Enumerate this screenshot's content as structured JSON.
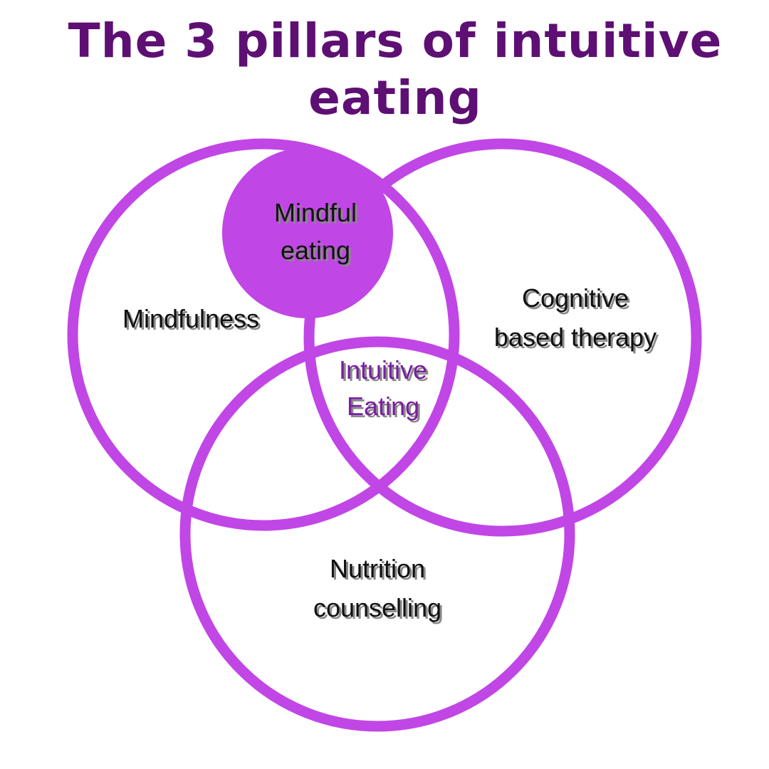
{
  "title": "The 3 pillars of intuitive eating",
  "colors": {
    "title": "#5e0f73",
    "circle_stroke": "#c146e6",
    "mindful_eating_fill": "#c146e6",
    "label_text": "#111111",
    "center_label_text": "#7a1fa0",
    "background": "#ffffff"
  },
  "circles": [
    {
      "id": "mindfulness",
      "label_lines": [
        "Mindfulness"
      ]
    },
    {
      "id": "cognitive",
      "label_lines": [
        "Cognitive",
        "based therapy"
      ]
    },
    {
      "id": "nutrition",
      "label_lines": [
        "Nutrition",
        "counselling"
      ]
    }
  ],
  "overlaps": {
    "mindful_eating": {
      "label_lines": [
        "Mindful",
        "eating"
      ]
    },
    "intuitive_eating": {
      "label_lines": [
        "Intuitive",
        "Eating"
      ]
    }
  }
}
